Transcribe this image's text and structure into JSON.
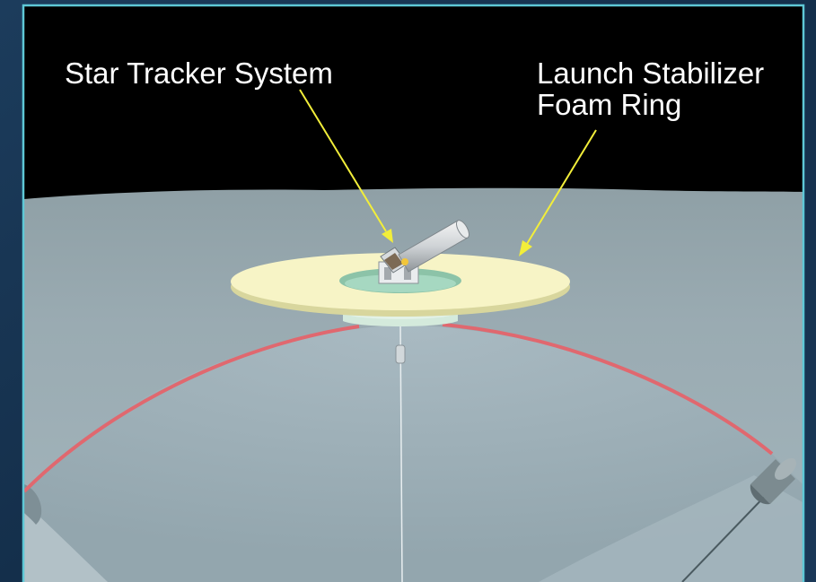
{
  "labels": {
    "star_tracker": "Star Tracker System",
    "foam_ring_line1": "Launch Stabilizer",
    "foam_ring_line2": "Foam Ring"
  },
  "colors": {
    "outer_background": "#163350",
    "frame_border": "#5ec8d6",
    "sky": "#000000",
    "balloon_surface": "#95a7ae",
    "seam_red": "#e0686f",
    "foam_ring": "#f7f4c6",
    "callout_arrow": "#f2ee3a",
    "label_text": "#ffffff"
  }
}
